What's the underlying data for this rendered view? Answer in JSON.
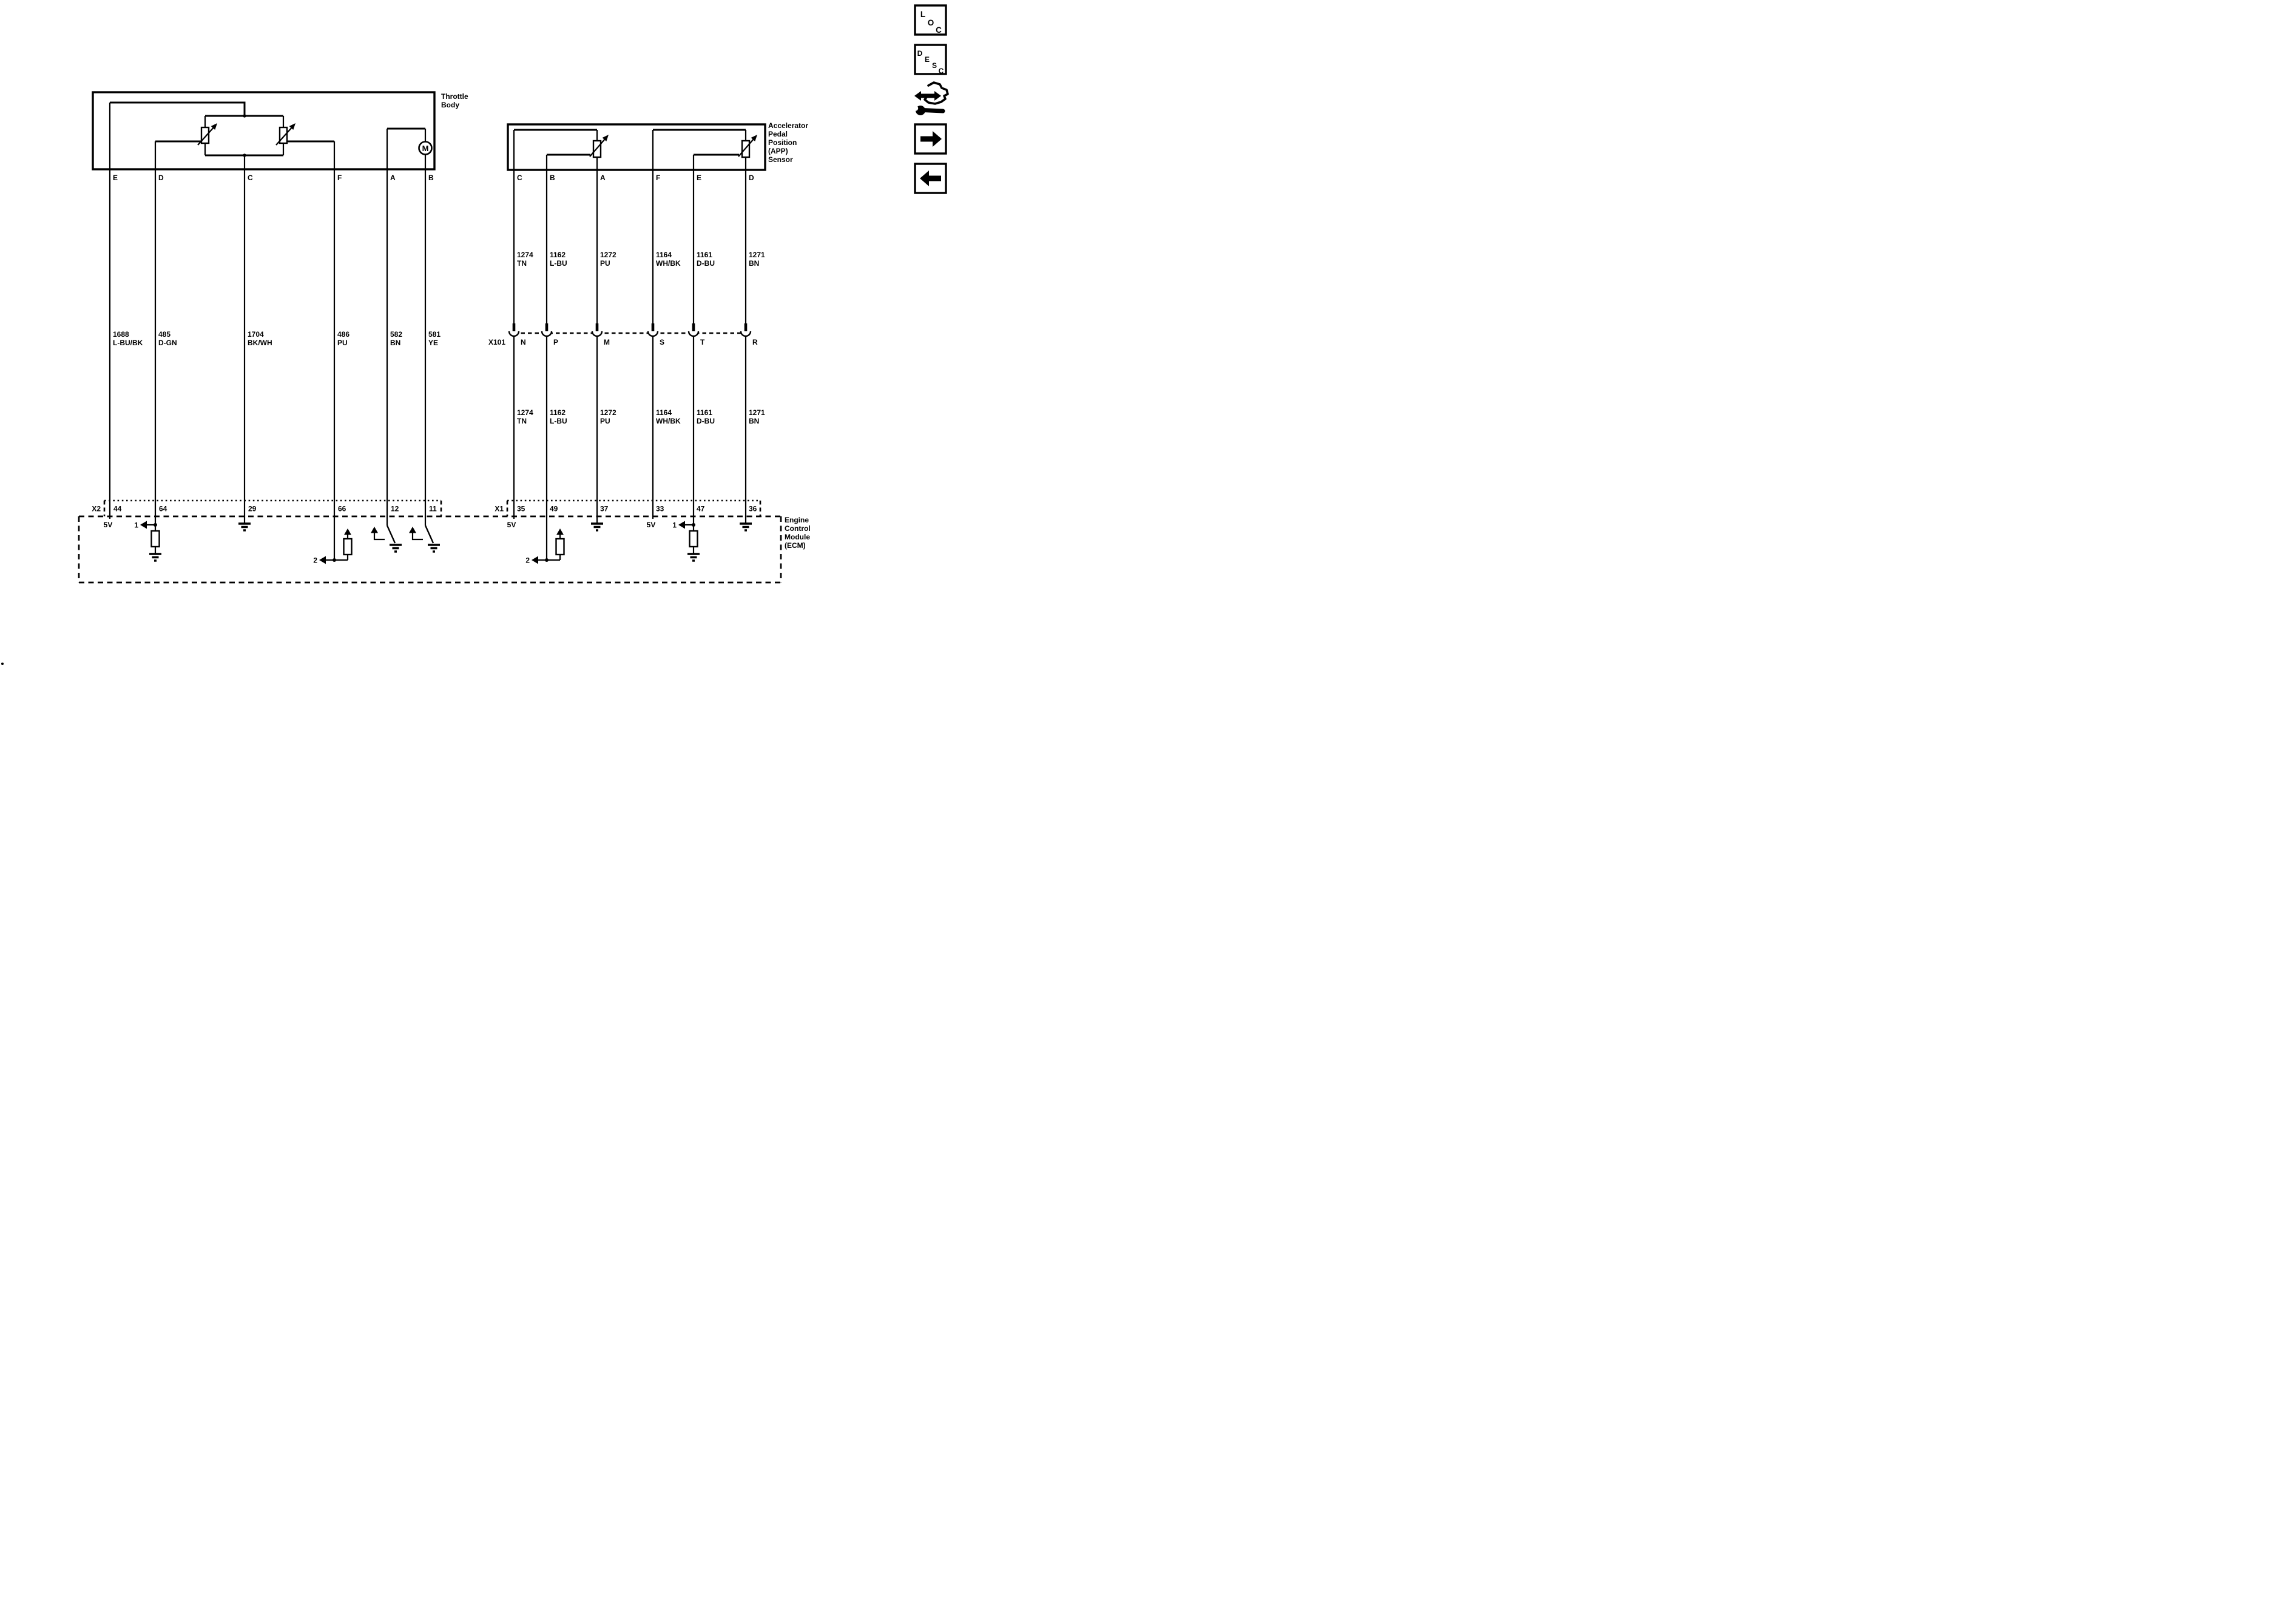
{
  "page": {
    "background": "#ffffff",
    "ink": "#000000"
  },
  "throttle_body": {
    "label": [
      "Throttle",
      "Body"
    ],
    "pins": [
      "E",
      "D",
      "C",
      "F",
      "A",
      "B"
    ],
    "motor_label": "M",
    "connector": "X2",
    "wires": [
      {
        "pin": "E",
        "circuit": "1688",
        "color": "L-BU/BK",
        "ecm_pin": "44"
      },
      {
        "pin": "D",
        "circuit": "485",
        "color": "D-GN",
        "ecm_pin": "64"
      },
      {
        "pin": "C",
        "circuit": "1704",
        "color": "BK/WH",
        "ecm_pin": "29"
      },
      {
        "pin": "F",
        "circuit": "486",
        "color": "PU",
        "ecm_pin": "66"
      },
      {
        "pin": "A",
        "circuit": "582",
        "color": "BN",
        "ecm_pin": "12"
      },
      {
        "pin": "B",
        "circuit": "581",
        "color": "YE",
        "ecm_pin": "11"
      }
    ]
  },
  "app_sensor": {
    "label": [
      "Accelerator",
      "Pedal",
      "Position",
      "(APP)",
      "Sensor"
    ],
    "pins": [
      "C",
      "B",
      "A",
      "F",
      "E",
      "D"
    ],
    "inline_connector": "X101",
    "connector": "X1",
    "wires": [
      {
        "pin": "C",
        "circuit": "1274",
        "color": "TN",
        "x101_pin": "N",
        "ecm_pin": "35"
      },
      {
        "pin": "B",
        "circuit": "1162",
        "color": "L-BU",
        "x101_pin": "P",
        "ecm_pin": "49"
      },
      {
        "pin": "A",
        "circuit": "1272",
        "color": "PU",
        "x101_pin": "M",
        "ecm_pin": "37"
      },
      {
        "pin": "F",
        "circuit": "1164",
        "color": "WH/BK",
        "x101_pin": "S",
        "ecm_pin": "33"
      },
      {
        "pin": "E",
        "circuit": "1161",
        "color": "D-BU",
        "x101_pin": "T",
        "ecm_pin": "47"
      },
      {
        "pin": "D",
        "circuit": "1271",
        "color": "BN",
        "x101_pin": "R",
        "ecm_pin": "36"
      }
    ]
  },
  "ecm": {
    "label": [
      "Engine",
      "Control",
      "Module",
      "(ECM)"
    ],
    "supply": "5V",
    "ref1": "1",
    "ref2": "2"
  },
  "toolbar": {
    "loc_letters": [
      "L",
      "O",
      "C"
    ],
    "desc_letters": [
      "D",
      "E",
      "S",
      "C"
    ]
  }
}
